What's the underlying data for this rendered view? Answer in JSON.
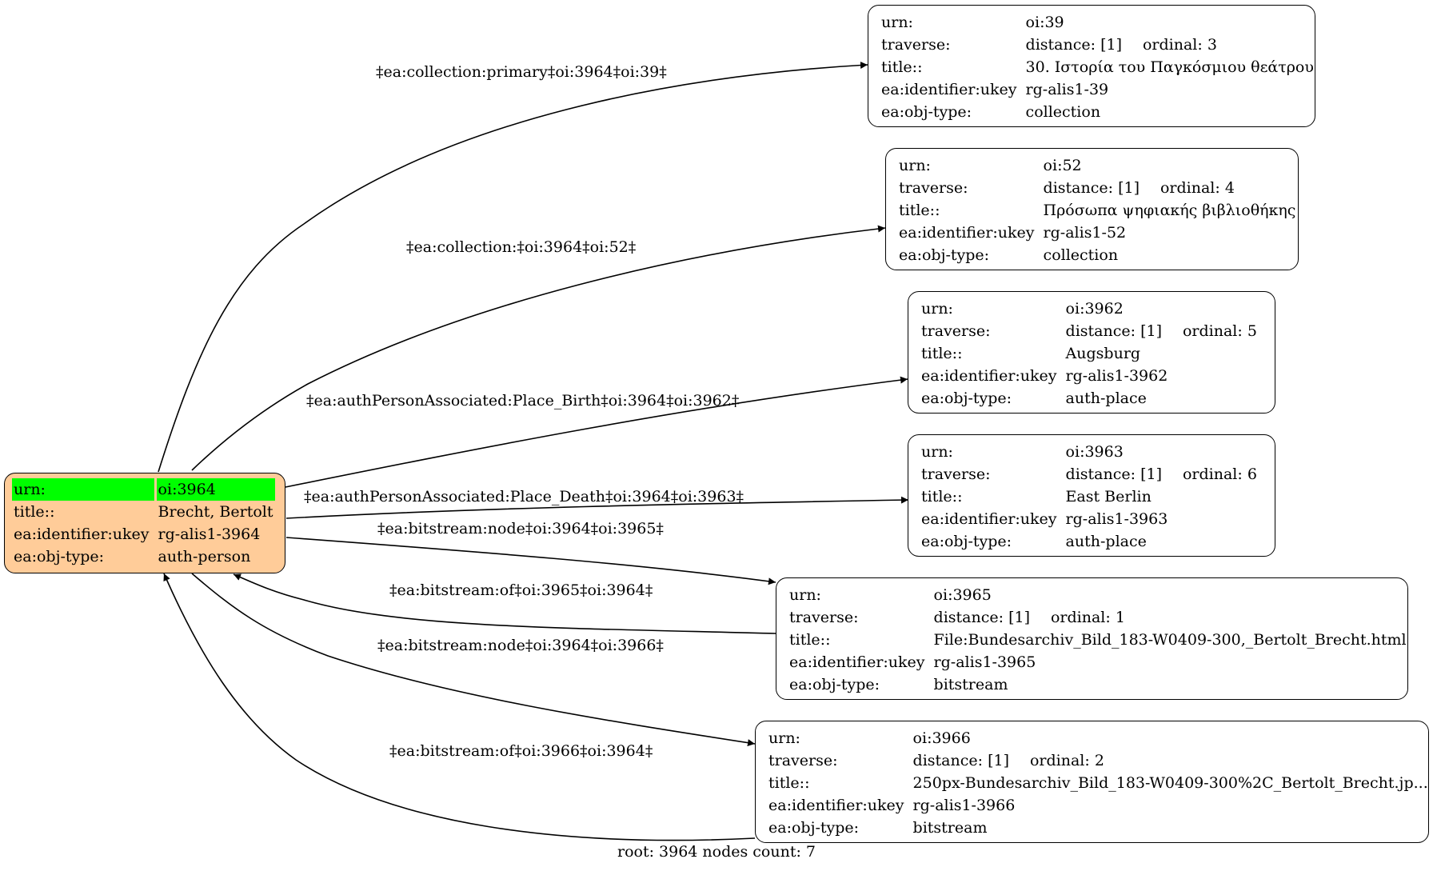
{
  "root_node": {
    "rows": [
      {
        "key": "urn:",
        "value": "oi:3964"
      },
      {
        "key": "title::",
        "value": "Brecht, Bertolt"
      },
      {
        "key": "ea:identifier:ukey",
        "value": "rg-alis1-3964"
      },
      {
        "key": "ea:obj-type:",
        "value": "auth-person"
      }
    ]
  },
  "nodes": [
    {
      "urn": "oi:39",
      "distance": "distance: [1]",
      "ordinal": "ordinal: 3",
      "title": "30. Ιστορία του Παγκόσμιου θεάτρου",
      "ukey": "rg-alis1-39",
      "obj_type": "collection"
    },
    {
      "urn": "oi:52",
      "distance": "distance: [1]",
      "ordinal": "ordinal: 4",
      "title": "Πρόσωπα ψηφιακής βιβλιοθήκης",
      "ukey": "rg-alis1-52",
      "obj_type": "collection"
    },
    {
      "urn": "oi:3962",
      "distance": "distance: [1]",
      "ordinal": "ordinal: 5",
      "title": "Augsburg",
      "ukey": "rg-alis1-3962",
      "obj_type": "auth-place"
    },
    {
      "urn": "oi:3963",
      "distance": "distance: [1]",
      "ordinal": "ordinal: 6",
      "title": "East Berlin",
      "ukey": "rg-alis1-3963",
      "obj_type": "auth-place"
    },
    {
      "urn": "oi:3965",
      "distance": "distance: [1]",
      "ordinal": "ordinal: 1",
      "title": "File:Bundesarchiv_Bild_183-W0409-300,_Bertolt_Brecht.html",
      "ukey": "rg-alis1-3965",
      "obj_type": "bitstream"
    },
    {
      "urn": "oi:3966",
      "distance": "distance: [1]",
      "ordinal": "ordinal: 2",
      "title": "250px-Bundesarchiv_Bild_183-W0409-300%2C_Bertolt_Brecht.jp...",
      "ukey": "rg-alis1-3966",
      "obj_type": "bitstream"
    }
  ],
  "row_keys": {
    "urn": "urn:",
    "traverse": "traverse:",
    "title": "title::",
    "ukey": "ea:identifier:ukey",
    "obj_type": "ea:obj-type:"
  },
  "edges": [
    {
      "label": "‡ea:collection:primary‡oi:3964‡oi:39‡"
    },
    {
      "label": "‡ea:collection:‡oi:3964‡oi:52‡"
    },
    {
      "label": "‡ea:authPersonAssociated:Place_Birth‡oi:3964‡oi:3962‡"
    },
    {
      "label": "‡ea:authPersonAssociated:Place_Death‡oi:3964‡oi:3963‡"
    },
    {
      "label": "‡ea:bitstream:node‡oi:3964‡oi:3965‡"
    },
    {
      "label": "‡ea:bitstream:of‡oi:3965‡oi:3964‡"
    },
    {
      "label": "‡ea:bitstream:node‡oi:3964‡oi:3966‡"
    },
    {
      "label": "‡ea:bitstream:of‡oi:3966‡oi:3964‡"
    }
  ],
  "footer": "root: 3964 nodes count: 7",
  "colors": {
    "root_fill": "#ffcc99",
    "highlight": "#00ff00",
    "stroke": "#000000"
  }
}
